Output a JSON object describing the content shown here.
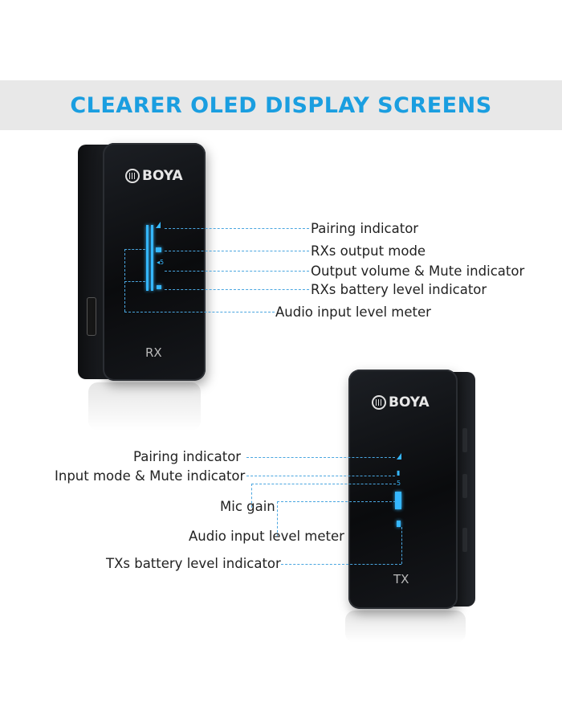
{
  "banner": {
    "title": "CLEARER OLED DISPLAY SCREENS"
  },
  "rx": {
    "brand": "BOYA",
    "label": "RX",
    "callouts": [
      "Pairing indicator",
      "RXs output mode",
      "Output volume & Mute indicator",
      "RXs battery level indicator",
      "Audio input level meter"
    ]
  },
  "tx": {
    "brand": "BOYA",
    "label": "TX",
    "callouts": [
      "Pairing indicator",
      "Input mode & Mute indicator",
      "Mic gain",
      "Audio input level meter",
      "TXs battery level indicator"
    ]
  },
  "colors": {
    "accent": "#1a9ee0",
    "oled": "#35b7ff",
    "device": "#0a0b0d"
  }
}
